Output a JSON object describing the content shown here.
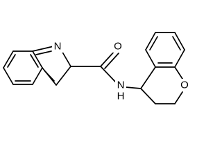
{
  "structure": {
    "atom_labels": {
      "ring_nitrogen": "N",
      "carbonyl_oxygen": "O",
      "amide_nitrogen": "N",
      "amide_hydrogen": "H",
      "ether_oxygen": "O"
    }
  },
  "colors": {
    "bond": "#000000",
    "background": "#ffffff"
  }
}
